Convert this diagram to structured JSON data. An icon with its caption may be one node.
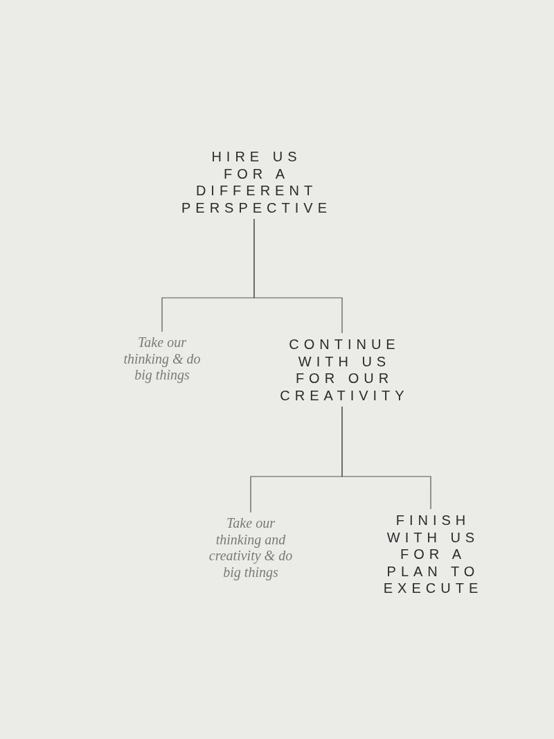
{
  "diagram": {
    "nodes": [
      {
        "text": [
          "HIRE US FOR A DIFFERENT PERSPECTIVE"
        ]
      },
      {
        "text": [
          "Take our thinking & do big things"
        ]
      },
      {
        "text": [
          "CONTINUE WITH US FOR OUR CREATIVITY"
        ]
      },
      {
        "text": [
          "Take our thinking and creativity & do big things"
        ]
      },
      {
        "text": [
          "FINISH WITH US FOR A PLAN TO EXECUTE"
        ]
      }
    ],
    "edges": [
      {
        "from": 0,
        "to": 1,
        "arrow": "none"
      },
      {
        "from": 0,
        "to": 2,
        "arrow": "none"
      },
      {
        "from": 2,
        "to": 3,
        "arrow": "none"
      },
      {
        "from": 2,
        "to": 4,
        "arrow": "none"
      }
    ]
  }
}
